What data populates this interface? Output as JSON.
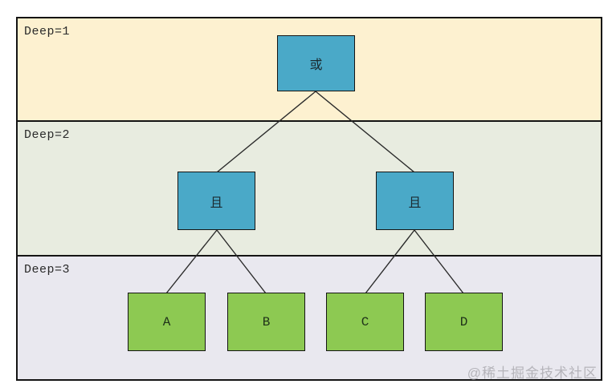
{
  "diagram": {
    "bands": [
      {
        "label": "Deep=1",
        "background": "#fdf1d0"
      },
      {
        "label": "Deep=2",
        "background": "#e8ece0"
      },
      {
        "label": "Deep=3",
        "background": "#e9e8ef"
      }
    ],
    "tree": {
      "root": {
        "label": "或"
      },
      "operators": [
        {
          "label": "且"
        },
        {
          "label": "且"
        }
      ],
      "leaves": [
        {
          "label": "A"
        },
        {
          "label": "B"
        },
        {
          "label": "C"
        },
        {
          "label": "D"
        }
      ]
    },
    "edges": [
      {
        "from": "root",
        "to": "and-left"
      },
      {
        "from": "root",
        "to": "and-right"
      },
      {
        "from": "and-left",
        "to": "leaf-a"
      },
      {
        "from": "and-left",
        "to": "leaf-b"
      },
      {
        "from": "and-right",
        "to": "leaf-c"
      },
      {
        "from": "and-right",
        "to": "leaf-d"
      }
    ],
    "colors": {
      "operator_node_fill": "#4aa9c8",
      "leaf_node_fill": "#8dc952",
      "band_border": "#141414",
      "edge_stroke": "#2a2a2a",
      "watermark_text": "#b5b4ba"
    },
    "watermark": "@稀土掘金技术社区"
  }
}
